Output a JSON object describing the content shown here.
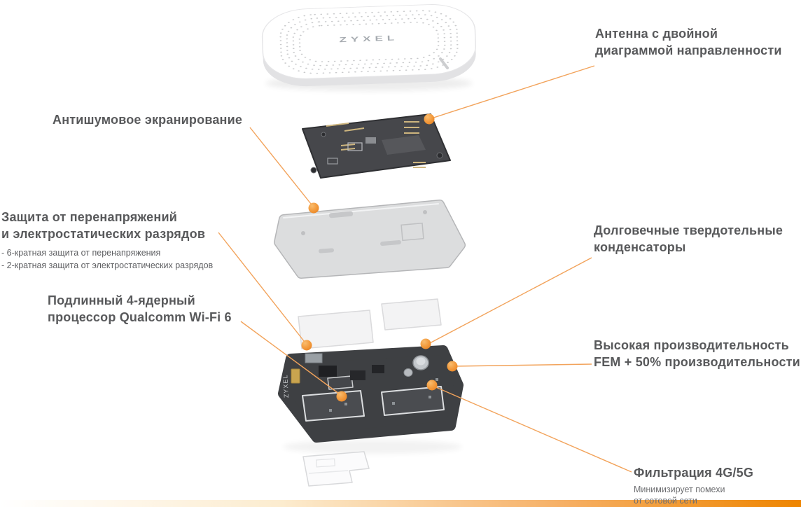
{
  "colors": {
    "accent": "#F49B33",
    "accent_deep": "#EE8500",
    "label_text": "#58595B",
    "sub_text": "#6D6E71"
  },
  "device": {
    "brand": "ZYXEL"
  },
  "callouts": {
    "antenna": {
      "title": "Антенна с двойной\nдиаграммой направленности"
    },
    "shielding": {
      "title": "Антишумовое экранирование"
    },
    "surge": {
      "title": "Защита от перенапряжений\nи электростатических разрядов",
      "bullets": [
        "- 6-кратная защита от перенапряжения",
        "- 2-кратная защита от электростатических разрядов"
      ]
    },
    "cpu": {
      "title": "Подлинный 4-ядерный\nпроцессор Qualcomm Wi-Fi 6"
    },
    "capacitors": {
      "title": "Долговечные твердотельные\nконденсаторы"
    },
    "fem": {
      "title": "Высокая производительность\nFEM + 50% производительности"
    },
    "filter": {
      "title": "Фильтрация 4G/5G",
      "subtitle": "Минимизирует помехи\nот сотовой сети"
    }
  }
}
